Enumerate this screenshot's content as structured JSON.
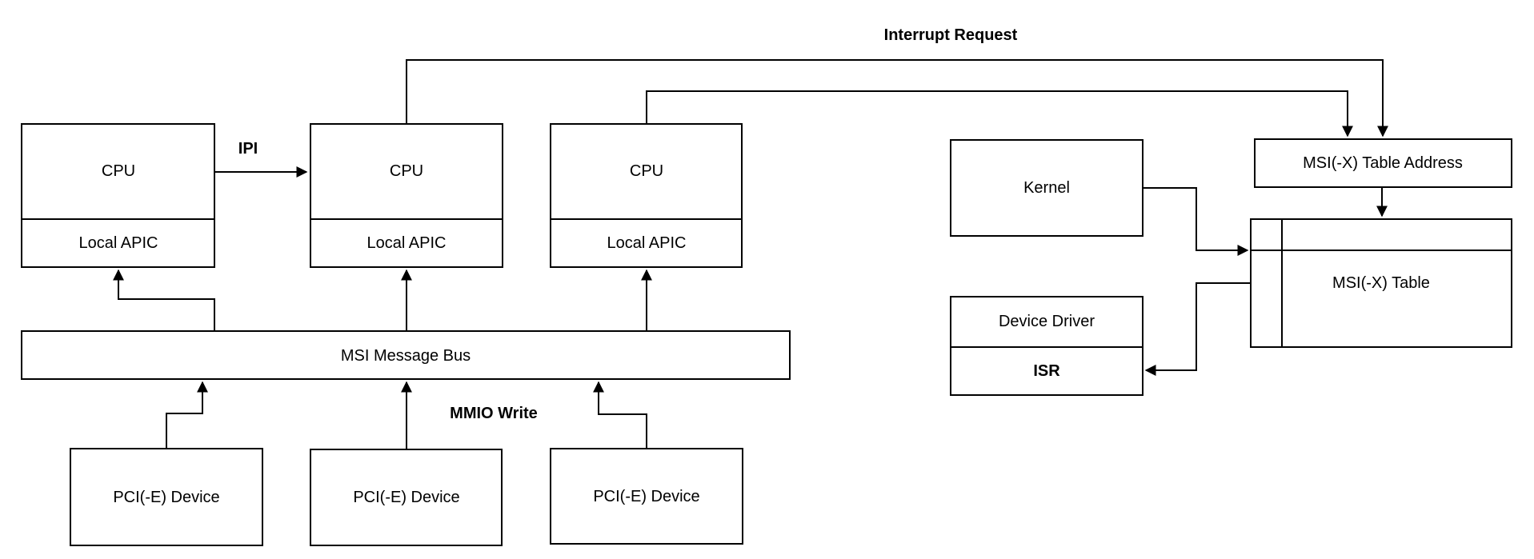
{
  "diagram": {
    "background": "#ffffff",
    "stroke_color": "#000000",
    "text_color": "#000000",
    "nodes": {
      "cpu1": {
        "label": "CPU",
        "sublabel": "Local APIC"
      },
      "cpu2": {
        "label": "CPU",
        "sublabel": "Local APIC"
      },
      "cpu3": {
        "label": "CPU",
        "sublabel": "Local APIC"
      },
      "msi_message_bus": {
        "label": "MSI Message Bus"
      },
      "pci1": {
        "label": "PCI(-E) Device"
      },
      "pci2": {
        "label": "PCI(-E) Device"
      },
      "pci3": {
        "label": "PCI(-E) Device"
      },
      "kernel": {
        "label": "Kernel"
      },
      "device_driver": {
        "label": "Device Driver",
        "sublabel": "ISR"
      },
      "msix_table_address": {
        "label": "MSI(-X) Table Address"
      },
      "msix_table": {
        "label": "MSI(-X) Table"
      }
    },
    "edge_labels": {
      "ipi": "IPI",
      "interrupt_request": "Interrupt Request",
      "mmio_write": "MMIO Write"
    }
  }
}
